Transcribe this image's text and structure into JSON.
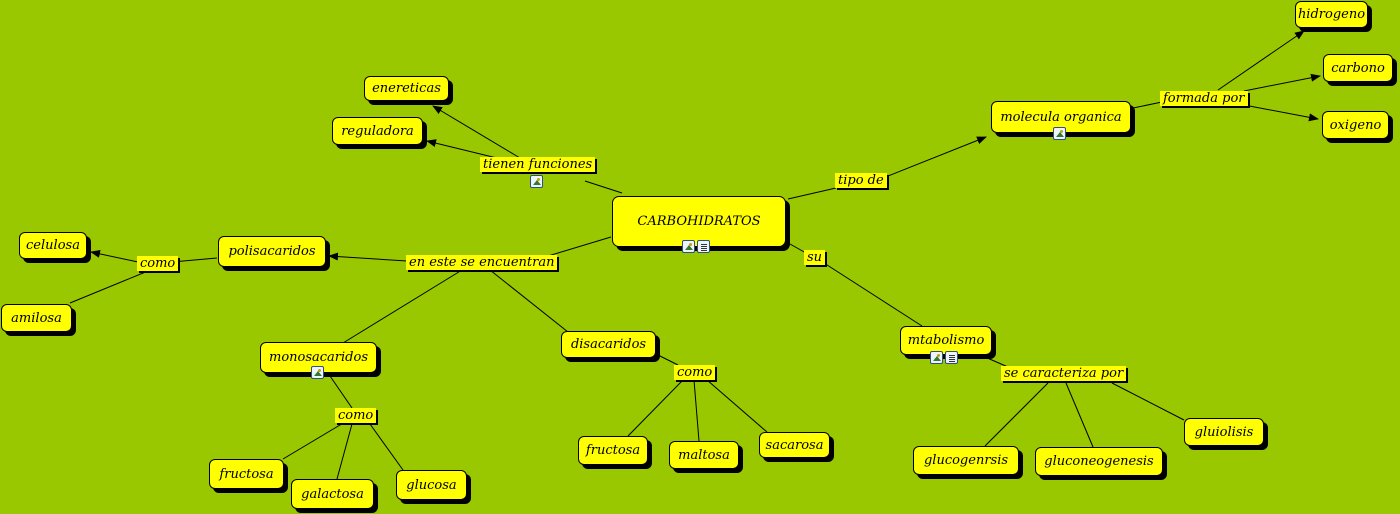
{
  "nodes": {
    "main": "CARBOHIDRATOS",
    "enereticas": "enereticas",
    "reguladora": "reguladora",
    "molecula": "molecula organica",
    "hidrogeno": "hidrogeno",
    "carbono": "carbono",
    "oxigeno": "oxigeno",
    "polisacaridos": "polisacaridos",
    "celulosa": "celulosa",
    "amilosa": "amilosa",
    "monosacaridos": "monosacaridos",
    "fructosa1": "fructosa",
    "galactosa": "galactosa",
    "glucosa": "glucosa",
    "disacaridos": "disacaridos",
    "fructosa2": "fructosa",
    "maltosa": "maltosa",
    "sacarosa": "sacarosa",
    "metabolismo": "mtabolismo",
    "glucogenrsis": "glucogenrsis",
    "gluconeogenesis": "gluconeogenesis",
    "gluiolisis": "gluiolisis"
  },
  "links": {
    "tienen": "tienen funciones",
    "tipo": "tipo de",
    "formada": "formada por",
    "encuentran": "en este se encuentran",
    "como_poli": "como",
    "como_mono": "como",
    "como_di": "como",
    "su": "su",
    "caracteriza": "se caracteriza por"
  },
  "icons": {
    "main": [
      "image-icon",
      "document-icon"
    ],
    "tienen": [
      "image-icon"
    ],
    "molecula": [
      "image-icon"
    ],
    "monosacaridos": [
      "image-icon"
    ],
    "metabolismo": [
      "image-icon",
      "document-icon"
    ]
  },
  "colors": {
    "background": "#99c800",
    "node_fill": "#ffff00",
    "stroke": "#000000"
  }
}
